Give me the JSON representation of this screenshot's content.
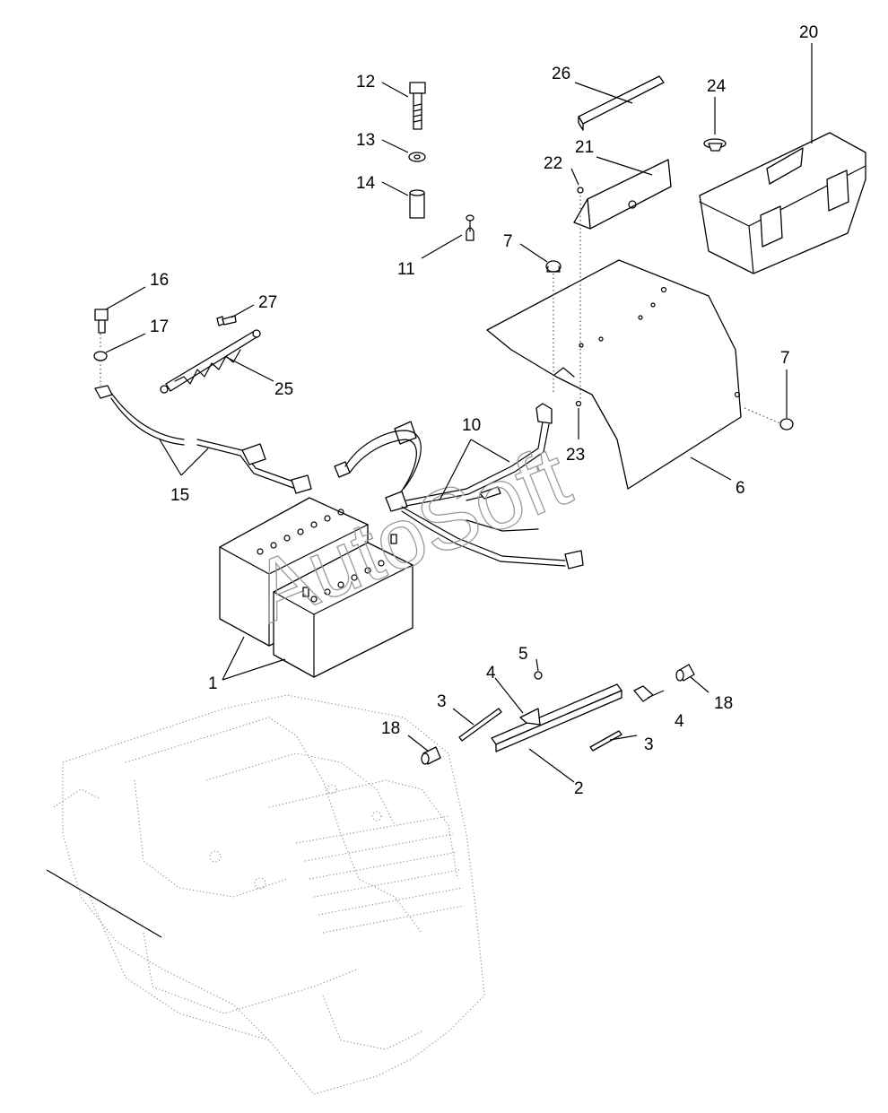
{
  "diagram": {
    "watermark": "AutoSoft",
    "callouts": [
      "1",
      "2",
      "3",
      "3",
      "4",
      "4",
      "5",
      "6",
      "7",
      "7",
      "10",
      "11",
      "12",
      "13",
      "14",
      "15",
      "16",
      "17",
      "18",
      "18",
      "20",
      "21",
      "22",
      "23",
      "24",
      "25",
      "26",
      "27"
    ]
  }
}
